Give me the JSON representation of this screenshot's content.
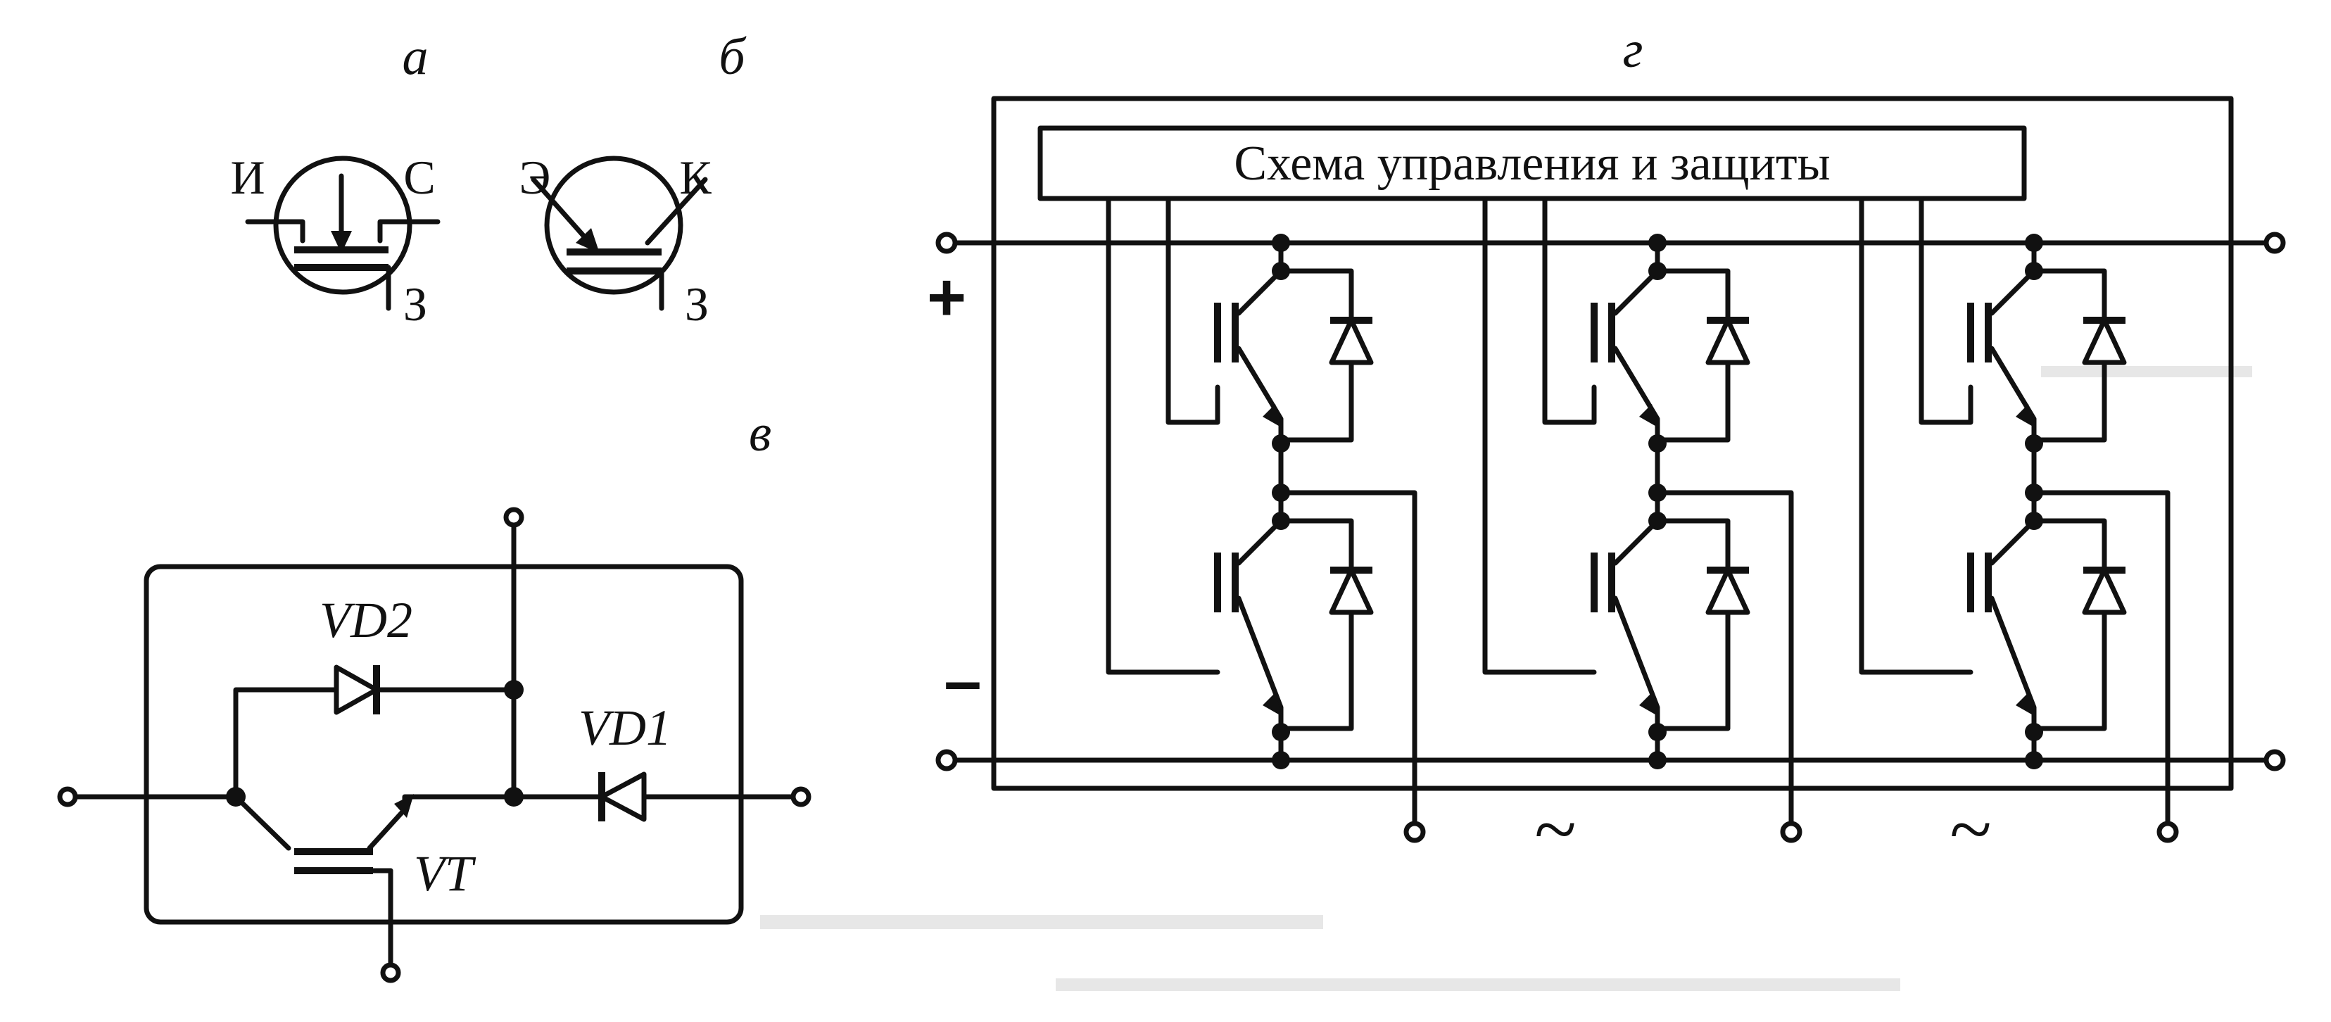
{
  "panels": {
    "a": {
      "letter": "а",
      "source_label": "И",
      "drain_label": "С",
      "gate_label": "З"
    },
    "b": {
      "letter": "б",
      "emitter_label": "Э",
      "collector_label": "К",
      "gate_label": "З"
    },
    "v": {
      "letter": "в",
      "diode_2": "VD2",
      "diode_1": "VD1",
      "transistor": "VT"
    },
    "g": {
      "letter": "г",
      "control_block": "Схема управления и защиты",
      "plus": "+",
      "minus": "–",
      "tilde": "~"
    }
  }
}
